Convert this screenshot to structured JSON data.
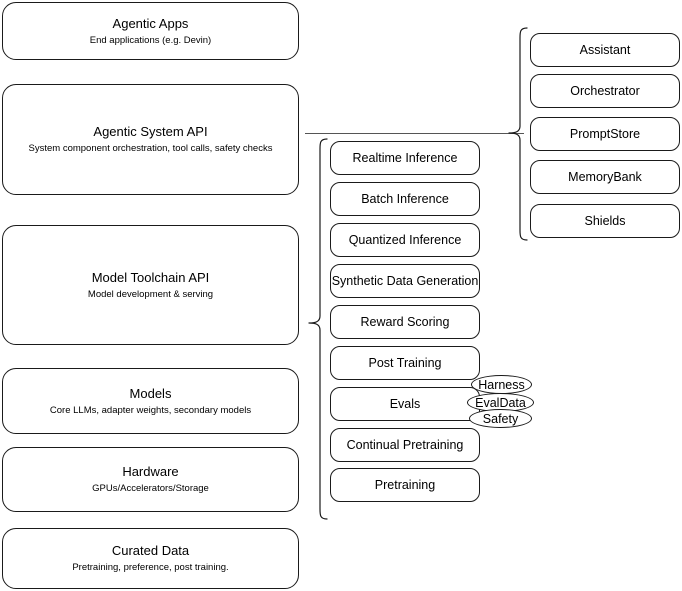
{
  "diagram": {
    "title_semantics": "llama-stack-style layered architecture diagram",
    "stroke_color": "#1a1a1a",
    "background_color": "#ffffff",
    "line_color": "#555555"
  },
  "left_stack": {
    "items": [
      {
        "title": "Agentic Apps",
        "subtitle": "End applications (e.g. Devin)"
      },
      {
        "title": "Agentic System API",
        "subtitle": "System component orchestration, tool calls, safety checks"
      },
      {
        "title": "Model Toolchain API",
        "subtitle": "Model development & serving"
      },
      {
        "title": "Models",
        "subtitle": "Core LLMs, adapter weights, secondary models"
      },
      {
        "title": "Hardware",
        "subtitle": "GPUs/Accelerators/Storage"
      },
      {
        "title": "Curated Data",
        "subtitle": "Pretraining, preference, post training."
      }
    ]
  },
  "middle_column": {
    "items": [
      {
        "label": "Realtime Inference"
      },
      {
        "label": "Batch Inference"
      },
      {
        "label": "Quantized Inference"
      },
      {
        "label": "Synthetic Data Generation"
      },
      {
        "label": "Reward Scoring"
      },
      {
        "label": "Post Training"
      },
      {
        "label": "Evals"
      },
      {
        "label": "Continual Pretraining"
      },
      {
        "label": "Pretraining"
      }
    ]
  },
  "right_column": {
    "items": [
      {
        "label": "Assistant"
      },
      {
        "label": "Orchestrator"
      },
      {
        "label": "PromptStore"
      },
      {
        "label": "MemoryBank"
      },
      {
        "label": "Shields"
      }
    ]
  },
  "evals_pills": {
    "items": [
      {
        "label": "Harness"
      },
      {
        "label": "EvalData"
      },
      {
        "label": "Safety"
      }
    ]
  }
}
